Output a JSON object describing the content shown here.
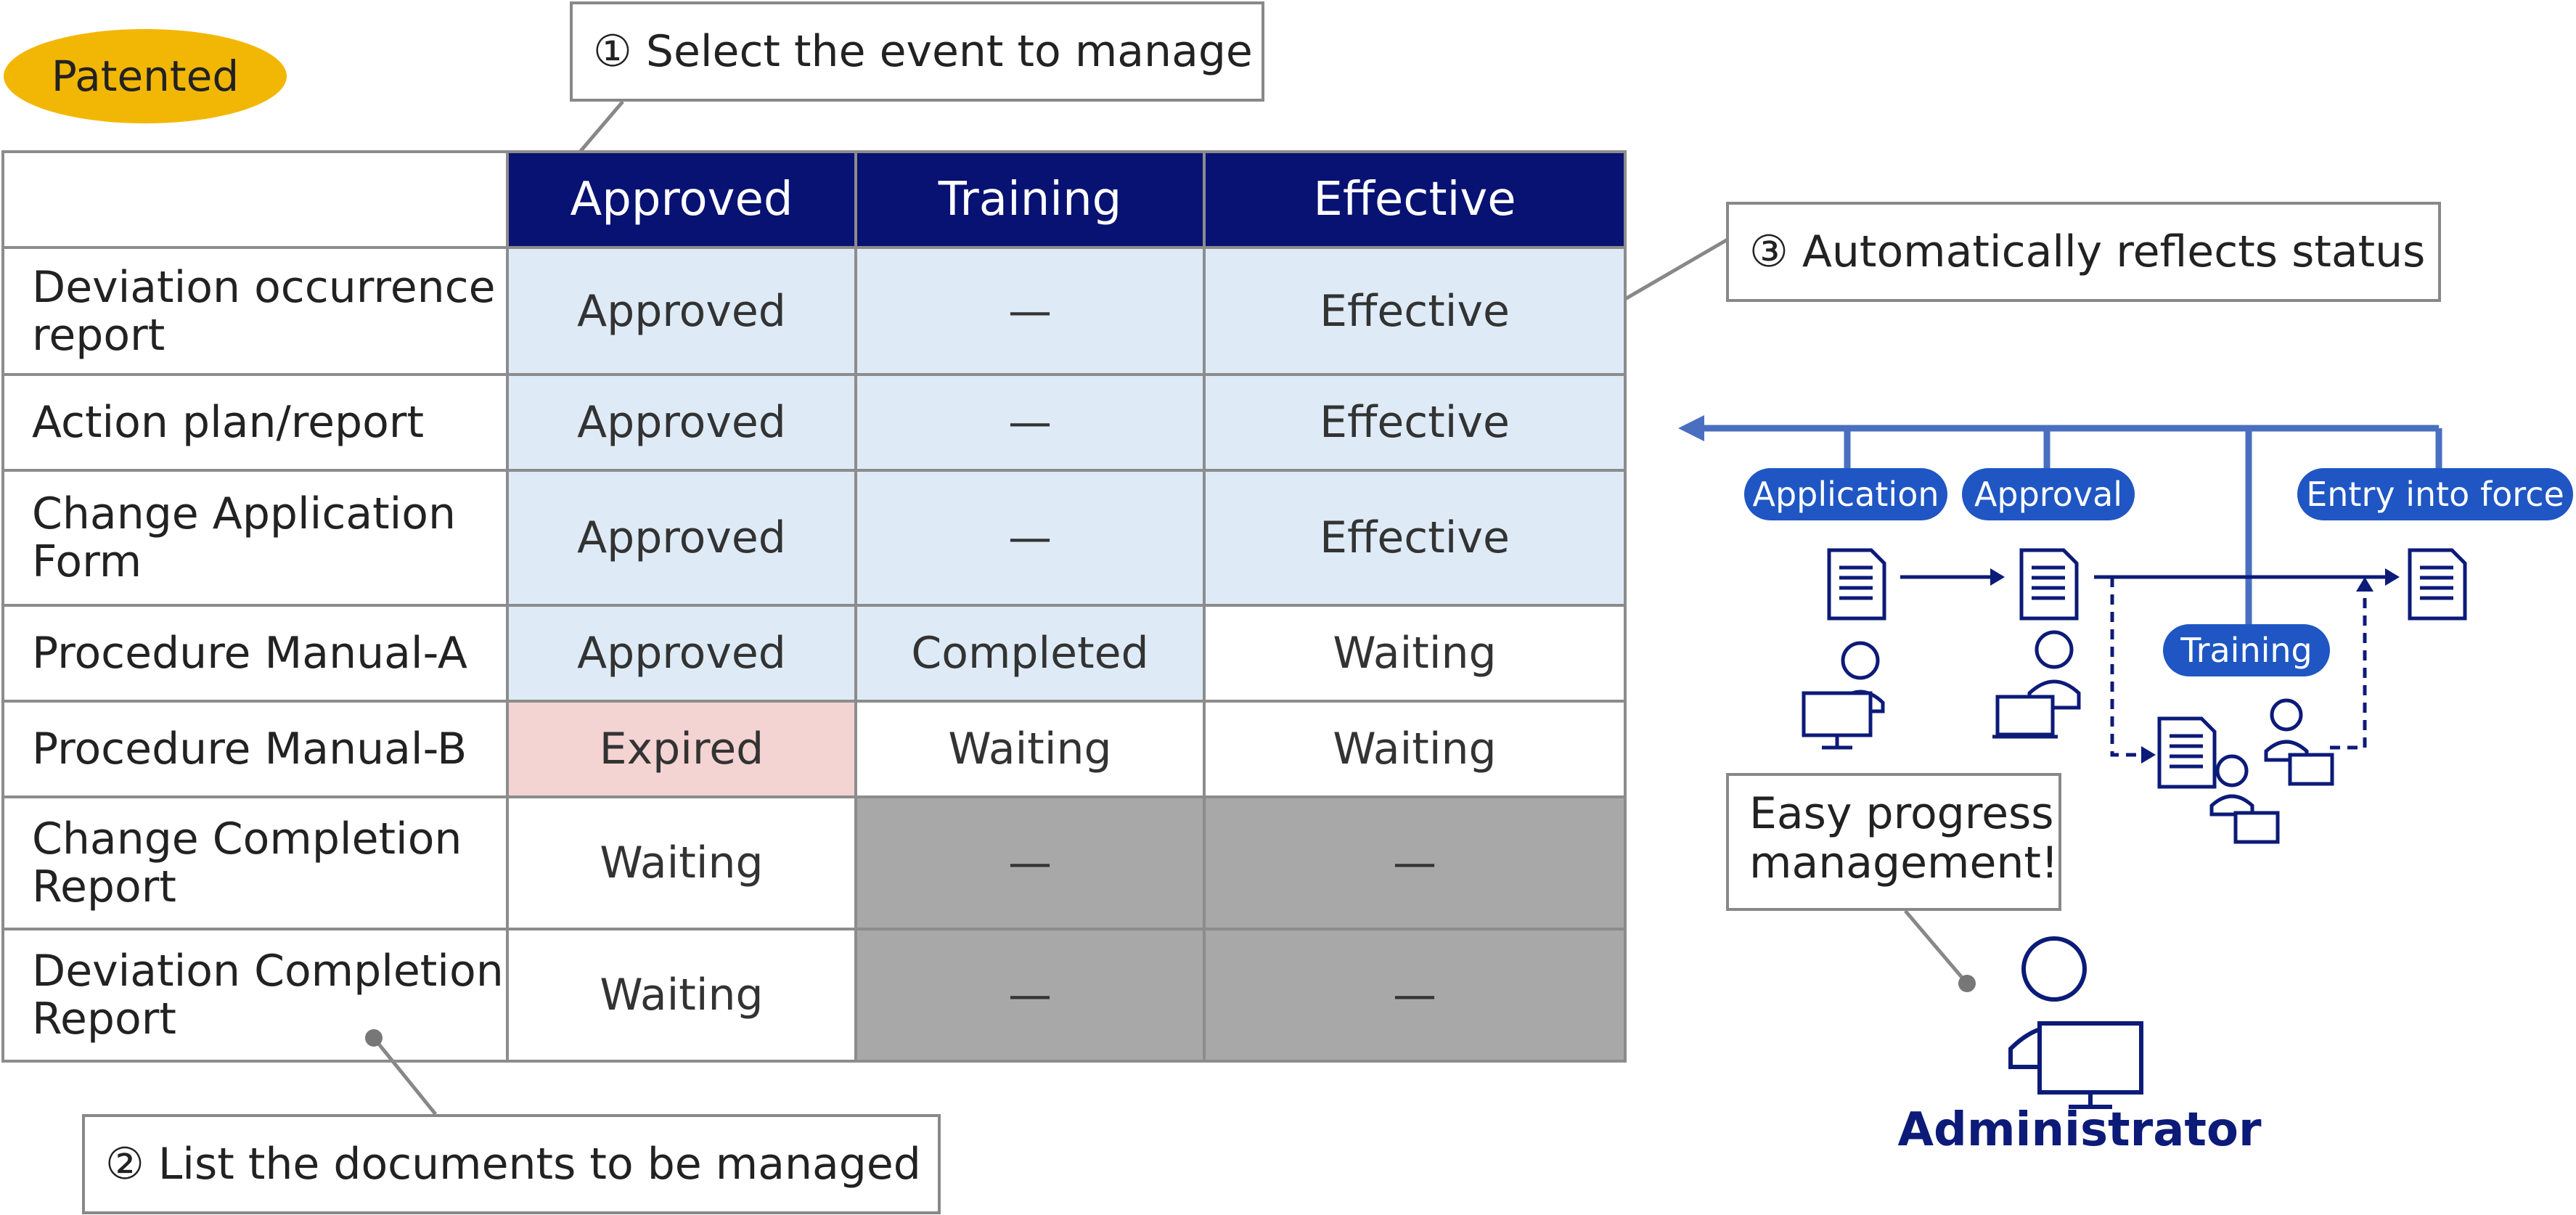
{
  "badge": "Patented",
  "callouts": {
    "select_event": "① Select the event to manage",
    "list_documents": "② List the documents to be managed",
    "auto_status": "③ Automatically reflects status",
    "easy_progress": "Easy progress management!"
  },
  "table": {
    "columns": [
      "Approved",
      "Training",
      "Effective"
    ],
    "rows": [
      {
        "label": "Deviation occurrence report",
        "cells": [
          "Approved",
          "—",
          "Effective"
        ],
        "styles": [
          "blue",
          "blue",
          "blue"
        ]
      },
      {
        "label": "Action plan/report",
        "cells": [
          "Approved",
          "—",
          "Effective"
        ],
        "styles": [
          "blue",
          "blue",
          "blue"
        ]
      },
      {
        "label": "Change Application Form",
        "cells": [
          "Approved",
          "—",
          "Effective"
        ],
        "styles": [
          "blue",
          "blue",
          "blue"
        ]
      },
      {
        "label": "Procedure Manual-A",
        "cells": [
          "Approved",
          "Completed",
          "Waiting"
        ],
        "styles": [
          "blue",
          "blue",
          "white"
        ]
      },
      {
        "label": "Procedure Manual-B",
        "cells": [
          "Expired",
          "Waiting",
          "Waiting"
        ],
        "styles": [
          "pink",
          "white",
          "white"
        ]
      },
      {
        "label": "Change Completion Report",
        "cells": [
          "Waiting",
          "—",
          "—"
        ],
        "styles": [
          "white",
          "gray",
          "gray"
        ]
      },
      {
        "label": "Deviation Completion Report",
        "cells": [
          "Waiting",
          "—",
          "—"
        ],
        "styles": [
          "white",
          "gray",
          "gray"
        ]
      }
    ]
  },
  "flow": {
    "application": "Application",
    "approval": "Approval",
    "entry_into_force": "Entry into force",
    "training": "Training"
  },
  "administrator": "Administrator",
  "colors": {
    "header_navy": "#081272",
    "pill_blue": "#1f56c3",
    "badge_yellow": "#f2b705",
    "cell_blue": "#deebf6",
    "cell_pink": "#f4d3d3",
    "cell_gray": "#a8a8a8",
    "line_blue": "#4a6fc0"
  }
}
